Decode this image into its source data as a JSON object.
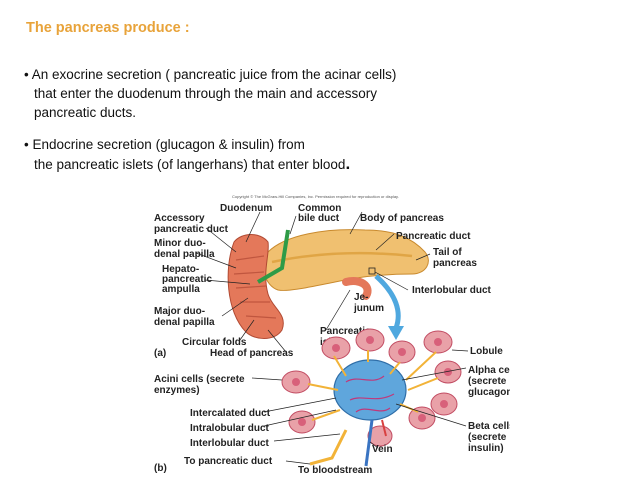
{
  "slide": {
    "title": "The pancreas produce :",
    "bullets": [
      {
        "marker": "•",
        "line1": "An exocrine secretion ( pancreatic juice from the acinar cells)",
        "line2": "that enter the duodenum through the main and accessory",
        "line3": "pancreatic ducts."
      },
      {
        "marker": "•",
        "line1": "Endocrine secretion (glucagon & insulin) from",
        "line2": "the pancreatic islets (of langerhans) that  enter blood",
        "line2_end": "."
      }
    ]
  },
  "figure": {
    "copyright": "Copyright © The McGraw-Hill Companies, Inc. Permission required for reproduction or display.",
    "panel_a": {
      "panel_label": "(a)",
      "labels": {
        "duodenum": "Duodenum",
        "common": "Common",
        "bile_duct": "bile duct",
        "body_of_pancreas": "Body of pancreas",
        "accessory": "Accessory",
        "pancreatic_duct_acc": "pancreatic duct",
        "pancreatic_duct": "Pancreatic duct",
        "minor_duo": "Minor duo-",
        "denal_papilla_1": "denal papilla",
        "tail_of": "Tail of",
        "pancreas": "pancreas",
        "hepato": "Hepato-",
        "pancreatic": "pancreatic",
        "ampulla": "ampulla",
        "interlobular_duct": "Interlobular duct",
        "je": "Je-",
        "junum": "junum",
        "major_duo": "Major duo-",
        "denal_papilla_2": "denal papilla",
        "pancreatic_2": "Pancreatic",
        "islet": "islet",
        "circular_folds": "Circular folds",
        "head_of_pancreas": "Head of pancreas"
      }
    },
    "panel_b": {
      "panel_label": "(b)",
      "labels": {
        "lobule": "Lobule",
        "acini_cells": "Acini cells (secrete",
        "enzymes": "enzymes)",
        "alpha_cells": "Alpha cells",
        "secrete_a": "(secrete",
        "glucagon": "glucagon)",
        "intercalated_duct": "Intercalated duct",
        "intralobular_duct": "Intralobular duct",
        "beta_cells": "Beta cells",
        "secrete_b": "(secrete",
        "insulin": "insulin)",
        "interlobular_duct": "Interlobular duct",
        "vein": "Vein",
        "to_pancreatic_duct": "To pancreatic duct",
        "to_bloodstream": "To bloodstream"
      }
    },
    "colors": {
      "title": "#e8a33a",
      "pancreas": "#f0c070",
      "duodenum": "#e4785a",
      "acini": "#d8607a",
      "islet": "#5fa6dc",
      "arrow": "#4fa8df",
      "duct": "#f2b338"
    }
  }
}
